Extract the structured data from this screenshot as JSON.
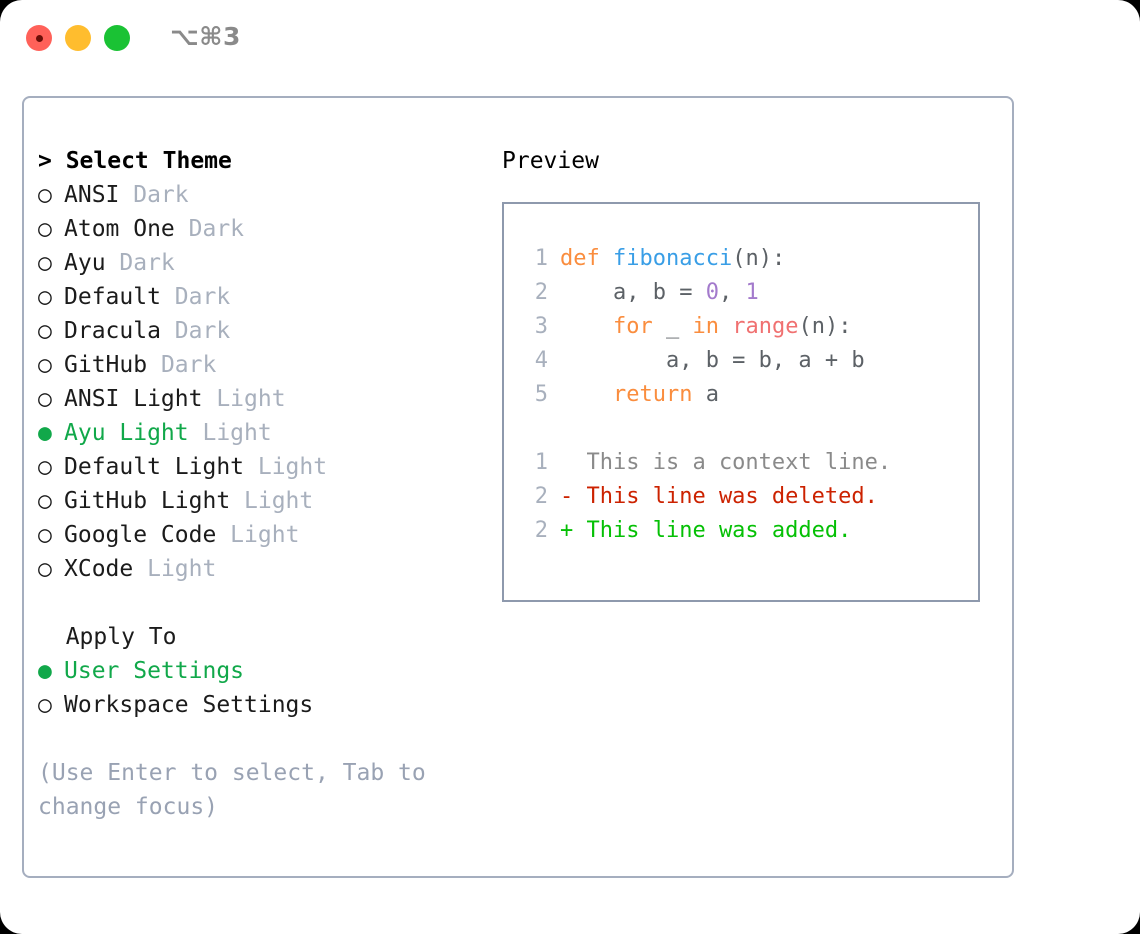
{
  "window": {
    "shortcut": "⌥⌘3",
    "traffic_lights": [
      "close-red",
      "minimize-yellow",
      "maximize-green"
    ]
  },
  "theme_panel": {
    "header": "> Select Theme",
    "options": [
      {
        "marker": "○",
        "name": "ANSI",
        "kind": "Dark",
        "selected": false
      },
      {
        "marker": "○",
        "name": "Atom One",
        "kind": "Dark",
        "selected": false
      },
      {
        "marker": "○",
        "name": "Ayu",
        "kind": "Dark",
        "selected": false
      },
      {
        "marker": "○",
        "name": "Default",
        "kind": "Dark",
        "selected": false
      },
      {
        "marker": "○",
        "name": "Dracula",
        "kind": "Dark",
        "selected": false
      },
      {
        "marker": "○",
        "name": "GitHub",
        "kind": "Dark",
        "selected": false
      },
      {
        "marker": "○",
        "name": "ANSI Light",
        "kind": "Light",
        "selected": false
      },
      {
        "marker": "●",
        "name": "Ayu Light",
        "kind": "Light",
        "selected": true
      },
      {
        "marker": "○",
        "name": "Default Light",
        "kind": "Light",
        "selected": false
      },
      {
        "marker": "○",
        "name": "GitHub Light",
        "kind": "Light",
        "selected": false
      },
      {
        "marker": "○",
        "name": "Google Code",
        "kind": "Light",
        "selected": false
      },
      {
        "marker": "○",
        "name": "XCode",
        "kind": "Light",
        "selected": false
      }
    ],
    "apply_to_header": "  Apply To",
    "apply_to_options": [
      {
        "marker": "●",
        "name": "User Settings",
        "selected": true
      },
      {
        "marker": "○",
        "name": "Workspace Settings",
        "selected": false
      }
    ],
    "hint": "(Use Enter to select, Tab to change focus)"
  },
  "preview": {
    "title": "Preview",
    "code_lines": [
      {
        "lno": "1",
        "tokens": [
          {
            "t": "def ",
            "c": "kw"
          },
          {
            "t": "fibonacci",
            "c": "fn"
          },
          {
            "t": "(n):",
            "c": "punc"
          }
        ]
      },
      {
        "lno": "2",
        "tokens": [
          {
            "t": "    a, b = ",
            "c": "plain"
          },
          {
            "t": "0",
            "c": "num"
          },
          {
            "t": ", ",
            "c": "punc"
          },
          {
            "t": "1",
            "c": "num"
          }
        ]
      },
      {
        "lno": "3",
        "tokens": [
          {
            "t": "    for ",
            "c": "kw"
          },
          {
            "t": "_ ",
            "c": "plain"
          },
          {
            "t": "in ",
            "c": "kw"
          },
          {
            "t": "range",
            "c": "blt"
          },
          {
            "t": "(n):",
            "c": "punc"
          }
        ]
      },
      {
        "lno": "4",
        "tokens": [
          {
            "t": "        a, b = b, a + b",
            "c": "plain"
          }
        ]
      },
      {
        "lno": "5",
        "tokens": [
          {
            "t": "    return ",
            "c": "kw"
          },
          {
            "t": "a",
            "c": "plain"
          }
        ]
      }
    ],
    "diff_lines": [
      {
        "lno": "1",
        "sign": "  ",
        "text": "This is a context line.",
        "kind": "ctx"
      },
      {
        "lno": "2",
        "sign": "- ",
        "text": "This line was deleted.",
        "kind": "del"
      },
      {
        "lno": "2",
        "sign": "+ ",
        "text": "This line was added.",
        "kind": "add"
      }
    ]
  },
  "colors": {
    "selection_green": "#11a84a",
    "keyword_orange": "#fa8d3e",
    "function_blue": "#399ee6",
    "builtin_salmon": "#f07171",
    "number_purple": "#a37acc",
    "diff_del_red": "#cc2200",
    "diff_add_green": "#05c005",
    "muted_gray": "#a8b0bd",
    "panel_border": "#a5aebf",
    "preview_border": "#8e99ad"
  }
}
